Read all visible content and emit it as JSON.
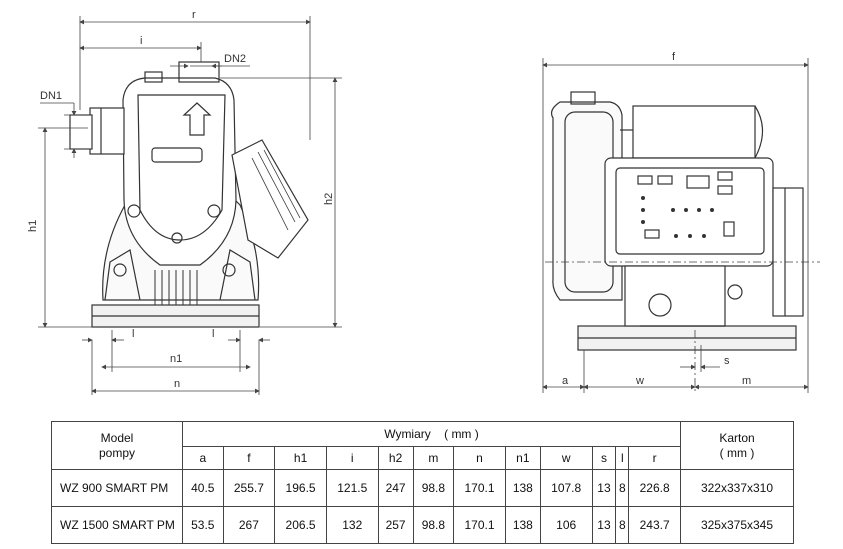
{
  "drawing_labels": {
    "r": "r",
    "i": "i",
    "dn1": "DN1",
    "dn2": "DN2",
    "h1": "h1",
    "h2": "h2",
    "l_left": "l",
    "l_right": "l",
    "n1": "n1",
    "n": "n",
    "f": "f",
    "s": "s",
    "a": "a",
    "w": "w",
    "m": "m"
  },
  "table": {
    "model_header_line1": "Model",
    "model_header_line2": "pompy",
    "dims_header": "Wymiary    ( mm )",
    "karton_header_line1": "Karton",
    "karton_header_line2": "( mm )",
    "columns": [
      "a",
      "f",
      "h1",
      "i",
      "h2",
      "m",
      "n",
      "n1",
      "w",
      "s",
      "l",
      "r"
    ],
    "rows": [
      {
        "model": "WZ 900 SMART PM",
        "values": [
          "40.5",
          "255.7",
          "196.5",
          "121.5",
          "247",
          "98.8",
          "170.1",
          "138",
          "107.8",
          "13",
          "8",
          "226.8"
        ],
        "karton": "322x337x310"
      },
      {
        "model": "WZ 1500 SMART PM",
        "values": [
          "53.5",
          "267",
          "206.5",
          "132",
          "257",
          "98.8",
          "170.1",
          "138",
          "106",
          "13",
          "8",
          "243.7"
        ],
        "karton": "325x375x345"
      }
    ]
  }
}
